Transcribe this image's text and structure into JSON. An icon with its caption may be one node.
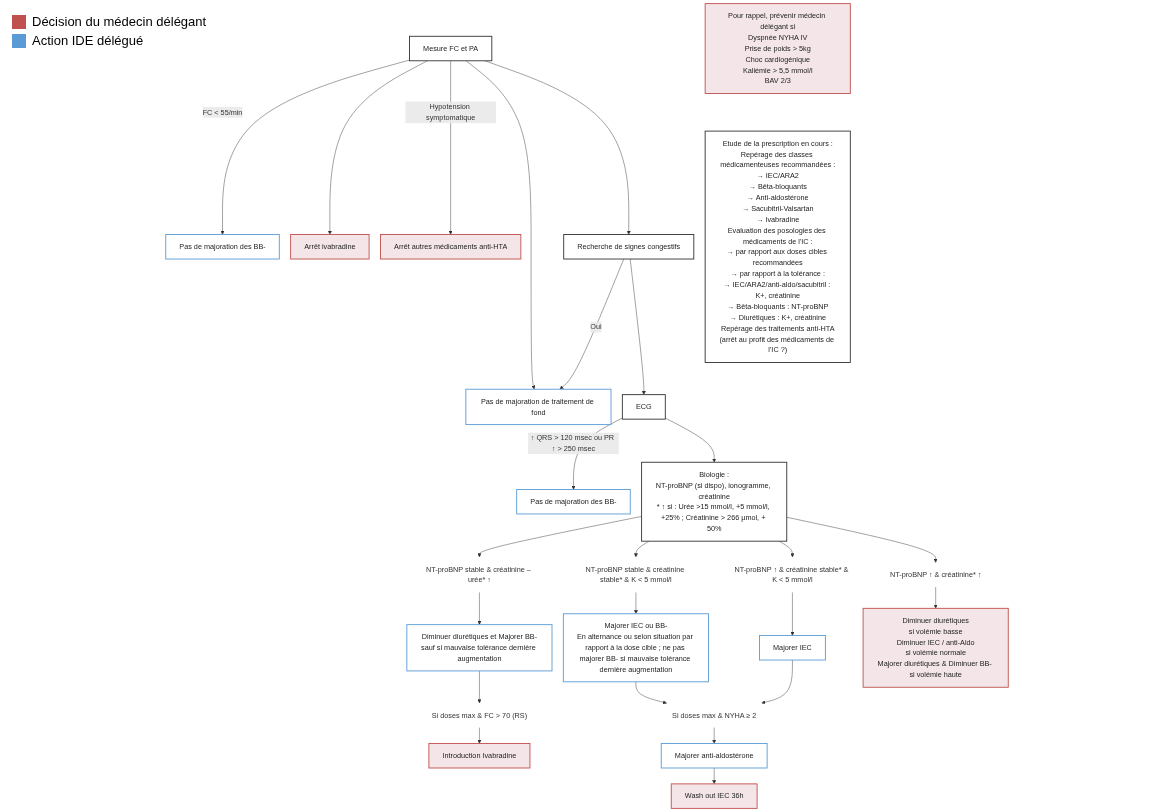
{
  "diagram": {
    "nodes": [
      {
        "text": [
          "Pour rappel, prévenir médecin délégant si",
          "Dyspnée NYHA IV",
          "Prise de poids > 5kg",
          "Choc cardiogénique",
          "Kaliémie > 5,5 mmol/l",
          "BAV 2/3"
        ]
      },
      {
        "text": [
          "Etude de la prescription en cours :",
          "Repérage des classes médicamenteuses recommandées :",
          "→ IEC/ARA2",
          "→ Bêta-bloquants",
          "→ Anti-aldostérone",
          "→ Sacubitril-Valsartan",
          "→ Ivabradine",
          "Evaluation des posologies des médicaments de l'IC :",
          "→ par rapport aux doses cibles recommandées",
          "→ par rapport à la tolérance :",
          "→ IEC/ARA2/anti-aldo/sacubitril : K+, créatinine",
          "→ Bêta-bloquants : NT-proBNP",
          "→ Diurétiques : K+, créatinine",
          "Repérage des traitements anti-HTA",
          "(arrêt au profit des médicaments de l'IC ?)"
        ]
      },
      {
        "text": [
          "Mesure FC et PA"
        ]
      },
      {
        "text": [
          "Pas de majoration des BB-"
        ]
      },
      {
        "text": [
          "Arrêt ivabradine"
        ]
      },
      {
        "text": [
          "Arrêt autres médicaments anti-HTA"
        ]
      },
      {
        "text": [
          "Recherche de signes congestifs"
        ]
      },
      {
        "text": [
          "Pas de majoration de traitement de fond"
        ]
      },
      {
        "text": [
          "ECG"
        ]
      },
      {
        "text": [
          "Pas de majoration des BB-"
        ]
      },
      {
        "text": [
          "Biologie :",
          "NT-proBNP (si dispo), ionogramme, créatinine",
          "* ↑ si : Urée >15 mmol/l, +5 mmol/l, +25% ; Créatinine > 266 µmol, + 50%"
        ]
      },
      {
        "text": [
          "NT-proBNP stable & créatinine – urée* ↑"
        ]
      },
      {
        "text": [
          "NT-proBNP stable & créatinine stable* & K < 5 mmol/l"
        ]
      },
      {
        "text": [
          "NT-proBNP ↑ & créatinine stable* & K < 5 mmol/l"
        ]
      },
      {
        "text": [
          "NT-proBNP ↑ & créatinine* ↑"
        ]
      },
      {
        "text": [
          "Diminuer diurétiques et Majorer BB-",
          "sauf si mauvaise tolérance dernière augmentation"
        ]
      },
      {
        "text": [
          "Majorer IEC ou BB-",
          "En alternance ou selon situation par rapport à la dose cible ; ne pas majorer BB- si mauvaise tolérance dernière augmentation"
        ]
      },
      {
        "text": [
          "Majorer IEC"
        ]
      },
      {
        "text": [
          "Diminuer diurétiques",
          "si volémie basse",
          "Diminuer IEC / anti-Aldo",
          "si volémie normale",
          "Majorer diurétiques & Diminuer BB- si volémie haute"
        ]
      },
      {
        "text": [
          "Si doses max & FC > 70 (RS)"
        ]
      },
      {
        "text": [
          "Introduction Ivabradine"
        ]
      },
      {
        "text": [
          "Si doses max & NYHA ≥ 2"
        ]
      },
      {
        "text": [
          "Majorer anti-aldostérone"
        ]
      },
      {
        "text": [
          "Wash out IEC 36h"
        ]
      }
    ],
    "edges": [
      {
        "from": 2,
        "to": 3,
        "arrow": "to",
        "label": "FC < 55/min"
      },
      {
        "from": 2,
        "to": 4,
        "arrow": "to"
      },
      {
        "from": 2,
        "to": 5,
        "arrow": "to",
        "label": "Hypotension symptomatique"
      },
      {
        "from": 2,
        "to": 7,
        "arrow": "to"
      },
      {
        "from": 2,
        "to": 6,
        "arrow": "to"
      },
      {
        "from": 6,
        "to": 7,
        "arrow": "to",
        "label": "Oui"
      },
      {
        "from": 6,
        "to": 8,
        "arrow": "to"
      },
      {
        "from": 8,
        "to": 9,
        "arrow": "to",
        "label": "↑ QRS > 120 msec ou PR ↑ > 250 msec"
      },
      {
        "from": 8,
        "to": 10,
        "arrow": "to"
      },
      {
        "from": 10,
        "to": 11,
        "arrow": "to"
      },
      {
        "from": 10,
        "to": 12,
        "arrow": "to"
      },
      {
        "from": 10,
        "to": 13,
        "arrow": "to"
      },
      {
        "from": 10,
        "to": 14,
        "arrow": "to"
      },
      {
        "from": 11,
        "to": 15,
        "arrow": "to"
      },
      {
        "from": 12,
        "to": 16,
        "arrow": "to"
      },
      {
        "from": 13,
        "to": 17,
        "arrow": "to"
      },
      {
        "from": 14,
        "to": 18,
        "arrow": "to"
      },
      {
        "from": 15,
        "to": 19,
        "arrow": "to"
      },
      {
        "from": 19,
        "to": 20,
        "arrow": "to"
      },
      {
        "from": 16,
        "to": 21,
        "arrow": "to"
      },
      {
        "from": 17,
        "to": 21,
        "arrow": "to"
      },
      {
        "from": 21,
        "to": 22,
        "arrow": "to"
      },
      {
        "from": 22,
        "to": 23,
        "arrow": "to"
      }
    ],
    "legend": [
      {
        "text": "Décision du médecin délégant",
        "color": "#c0504d"
      },
      {
        "text": "Action IDE délégué",
        "color": "#5b9bd5"
      }
    ]
  }
}
